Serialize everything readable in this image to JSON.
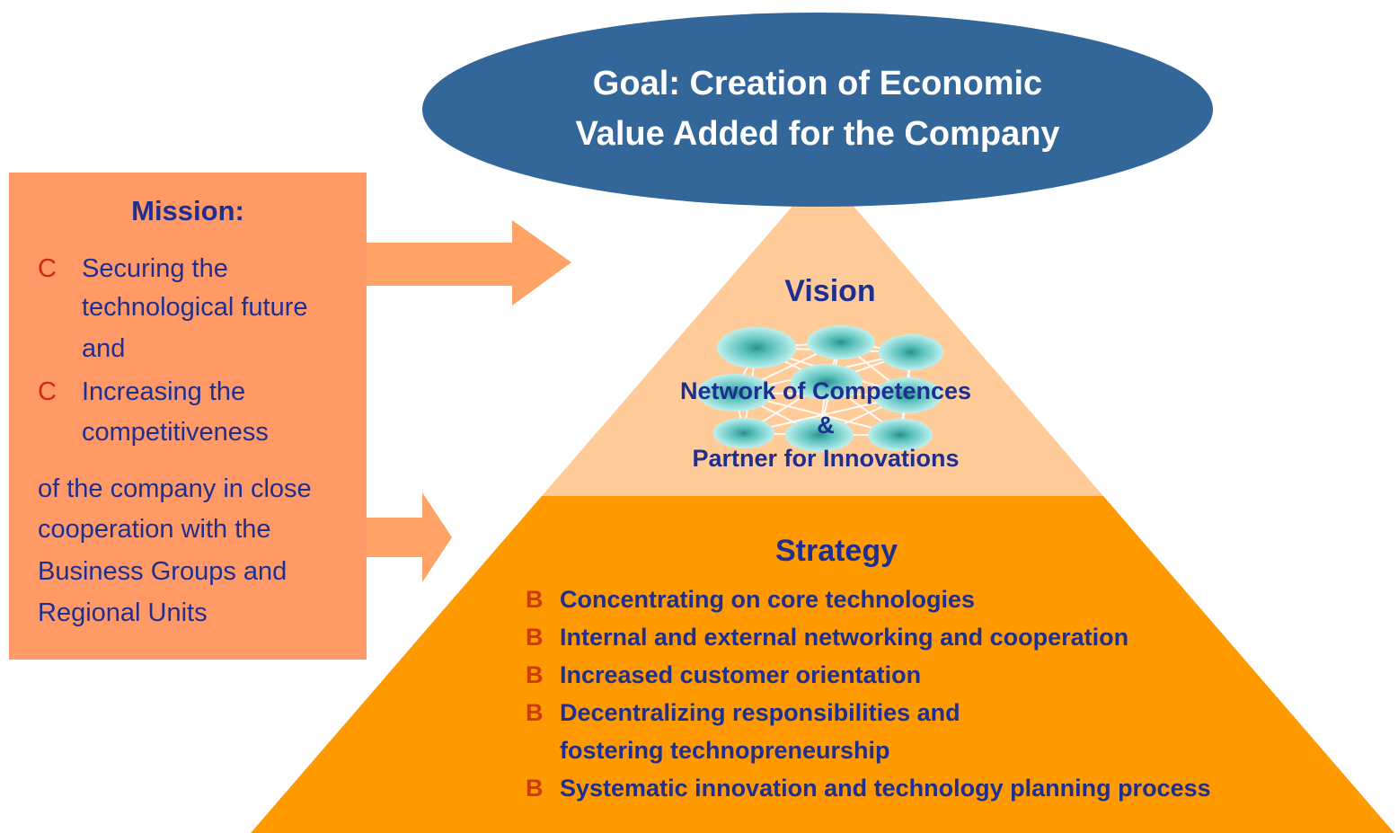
{
  "goal": {
    "line1": "Goal: Creation of Economic",
    "line2": "Value Added for the Company"
  },
  "mission": {
    "title": "Mission:",
    "bullet_glyph": "C",
    "items": [
      {
        "lines": [
          "Securing the",
          "technological future",
          "and"
        ]
      },
      {
        "lines": [
          "Increasing the",
          "competitiveness"
        ]
      }
    ],
    "tail_lines": [
      "of the company in close",
      "cooperation with the",
      "Business Groups and",
      "Regional Units"
    ]
  },
  "vision": {
    "title": "Vision",
    "lines": [
      "Network of Competences",
      "&",
      "Partner for Innovations"
    ]
  },
  "strategy": {
    "title": "Strategy",
    "bullet_glyph": "B",
    "items": [
      {
        "lines": [
          "Concentrating on core technologies"
        ]
      },
      {
        "lines": [
          "Internal and external networking and cooperation"
        ]
      },
      {
        "lines": [
          "Increased customer orientation"
        ]
      },
      {
        "lines": [
          "Decentralizing responsibilities and",
          "fostering technopreneurship"
        ]
      },
      {
        "lines": [
          "Systematic innovation and technology planning process"
        ]
      }
    ]
  },
  "colors": {
    "goal_ellipse": "#336699",
    "mission_box": "#ff9966",
    "arrow": "#ffa366",
    "vision_fill": "#ffcc99",
    "strategy_fill": "#ff9900",
    "text_navy": "#1f2f8f",
    "bullet_red": "#cc2a12",
    "node_teal": "#66cccc"
  }
}
